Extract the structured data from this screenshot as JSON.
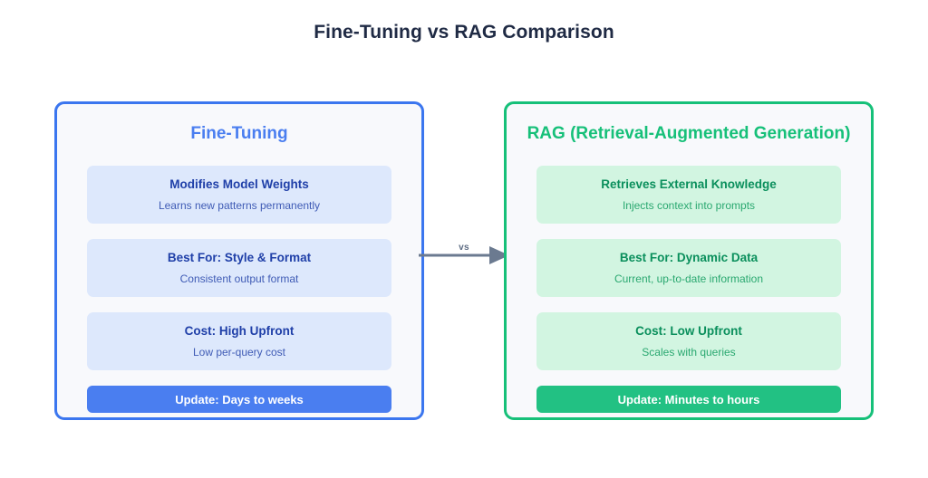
{
  "title": "Fine-Tuning vs RAG Comparison",
  "connector": {
    "label": "vs",
    "arrow_color": "#6b7a90",
    "icon": "arrow-right-icon"
  },
  "colors": {
    "left_accent": "#4a7ef0",
    "left_border": "#3b76ef",
    "left_card_bg": "#dde8fc",
    "left_card_title": "#1f3fa8",
    "left_card_sub": "#3f5bb5",
    "right_accent": "#16c079",
    "right_border": "#16c079",
    "right_card_bg": "#d2f5e1",
    "right_card_title": "#0a8f5c",
    "right_card_sub": "#2aa870",
    "right_pill": "#22c183",
    "panel_bg": "#f8f9fc",
    "title_color": "#1f2a44",
    "page_bg": "#ffffff"
  },
  "panels": [
    {
      "id": "fine-tuning",
      "heading": "Fine-Tuning",
      "cards": [
        {
          "title": "Modifies Model Weights",
          "subtitle": "Learns new patterns permanently"
        },
        {
          "title": "Best For: Style & Format",
          "subtitle": "Consistent output format"
        },
        {
          "title": "Cost: High Upfront",
          "subtitle": "Low per-query cost"
        }
      ],
      "update": "Update: Days to weeks"
    },
    {
      "id": "rag",
      "heading": "RAG (Retrieval-Augmented Generation)",
      "cards": [
        {
          "title": "Retrieves External Knowledge",
          "subtitle": "Injects context into prompts"
        },
        {
          "title": "Best For: Dynamic Data",
          "subtitle": "Current, up-to-date information"
        },
        {
          "title": "Cost: Low Upfront",
          "subtitle": "Scales with queries"
        }
      ],
      "update": "Update: Minutes to hours"
    }
  ]
}
